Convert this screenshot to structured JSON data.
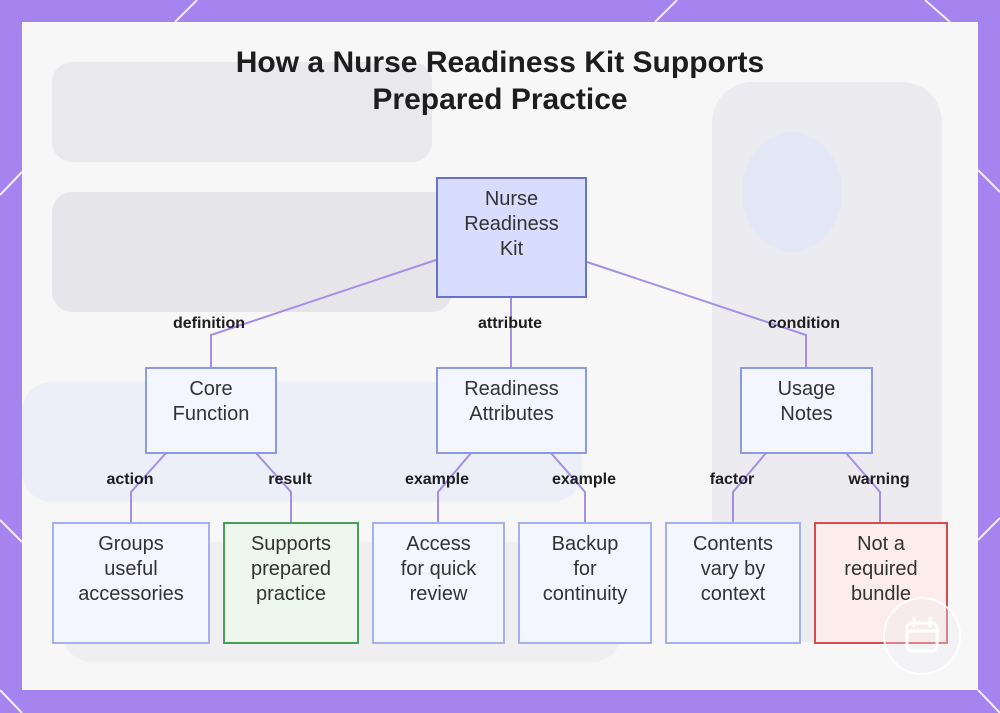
{
  "title": {
    "line1": "How a Nurse Readiness Kit Supports",
    "line2": "Prepared Practice"
  },
  "nodes": {
    "root": [
      "Nurse",
      "Readiness",
      "Kit"
    ],
    "core": [
      "Core",
      "Function"
    ],
    "attributes": [
      "Readiness",
      "Attributes"
    ],
    "usage": [
      "Usage",
      "Notes"
    ],
    "groups": [
      "Groups",
      "useful",
      "accessories"
    ],
    "supports": [
      "Supports",
      "prepared",
      "practice"
    ],
    "access": [
      "Access",
      "for quick",
      "review"
    ],
    "backup": [
      "Backup",
      "for",
      "continuity"
    ],
    "contents": [
      "Contents",
      "vary by",
      "context"
    ],
    "notrequired": [
      "Not a",
      "required",
      "bundle"
    ]
  },
  "edges": {
    "definition": "definition",
    "attribute": "attribute",
    "condition": "condition",
    "action": "action",
    "result": "result",
    "example1": "example",
    "example2": "example",
    "factor": "factor",
    "warning": "warning"
  },
  "colors": {
    "frame": "#a584f0",
    "connector": "#a68ee6",
    "root_fill": "#d8dcfd",
    "root_border": "#6673cc",
    "result_border": "#46a05a",
    "warning_border": "#d64c4c"
  },
  "icons": {
    "badge": "calendar-icon"
  }
}
